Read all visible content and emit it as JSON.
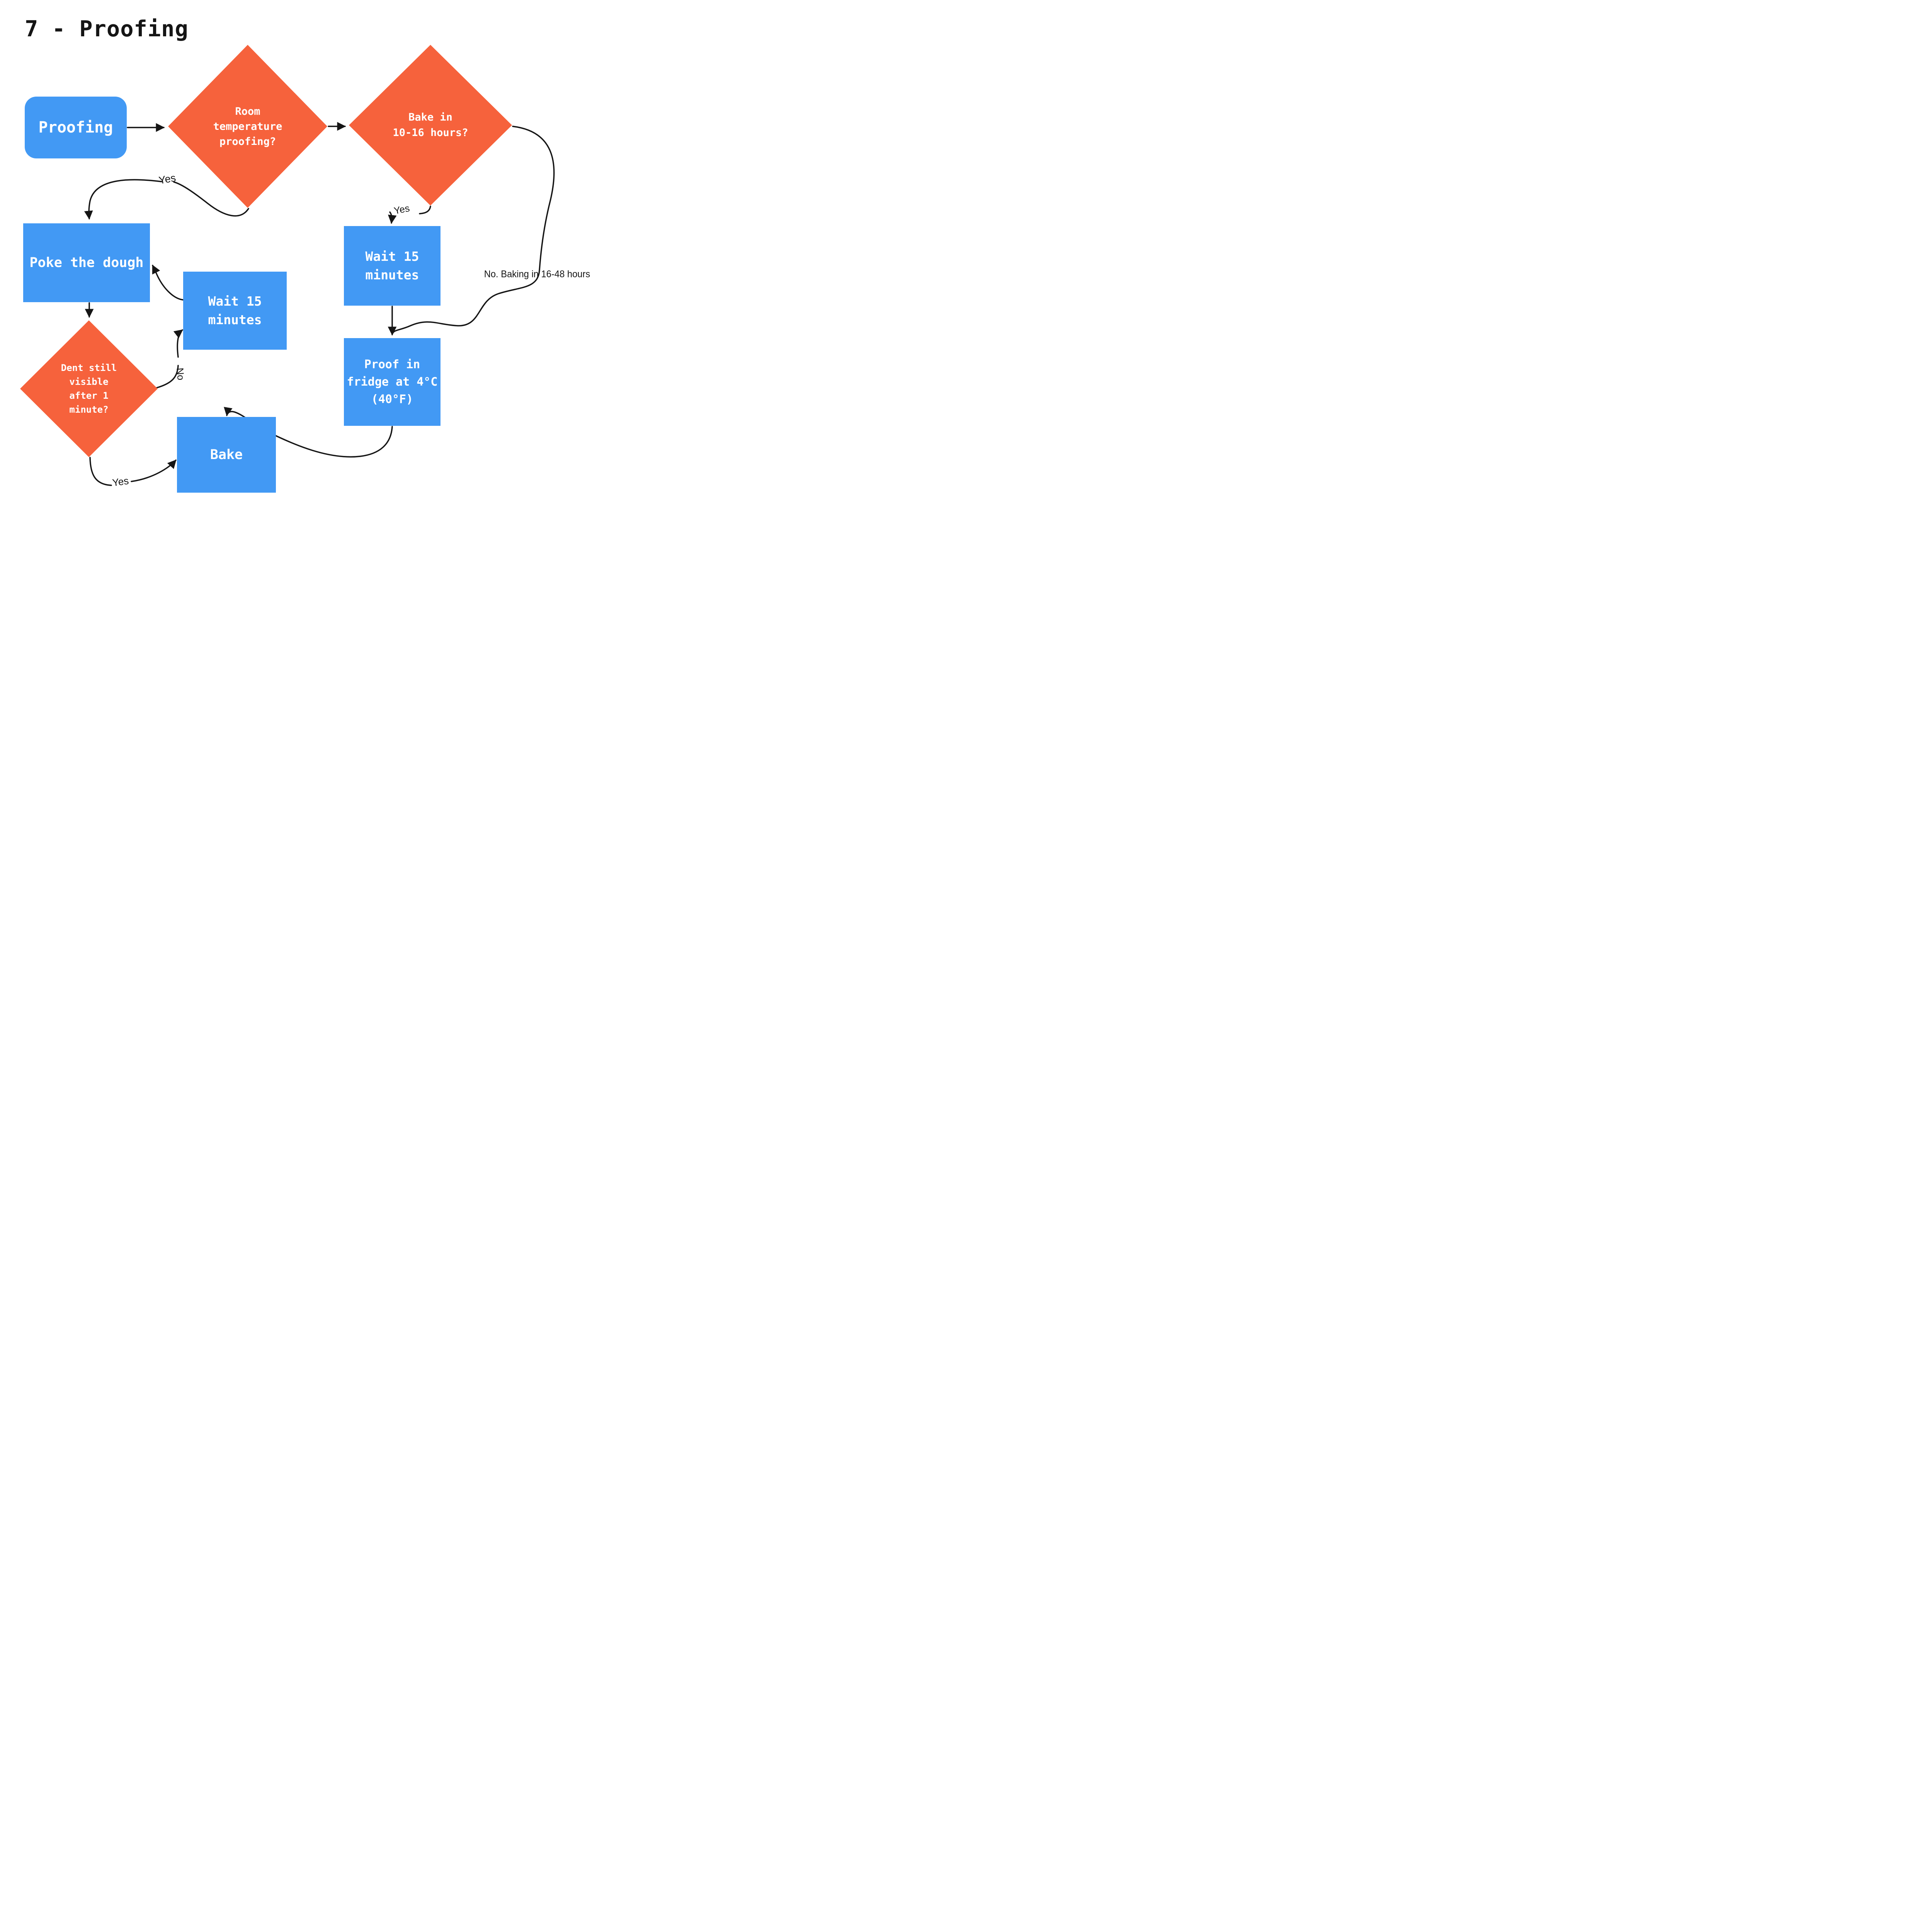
{
  "title": "7 - Proofing",
  "colors": {
    "node_blue": "#4299F4",
    "node_orange": "#F6623C",
    "line_black": "#151515",
    "node_text_white": "#FFFFFF"
  },
  "nodes": {
    "proofing": {
      "type": "start",
      "label": "Proofing"
    },
    "room_temp": {
      "type": "decision",
      "label": "Room\ntemperature\nproofing?"
    },
    "bake_10_16": {
      "type": "decision",
      "label": "Bake in\n10-16 hours?"
    },
    "poke": {
      "type": "process",
      "label": "Poke the dough"
    },
    "wait_15_mid": {
      "type": "process",
      "label": "Wait 15\nminutes"
    },
    "wait_15_right": {
      "type": "process",
      "label": "Wait 15\nminutes"
    },
    "dent": {
      "type": "decision",
      "label": "Dent still\nvisible\nafter 1\nminute?"
    },
    "proof_fridge": {
      "type": "process",
      "label": "Proof in\nfridge at 4°C\n(40°F)"
    },
    "bake": {
      "type": "process",
      "label": "Bake"
    }
  },
  "edge_labels": {
    "room_yes": "Yes",
    "bake_yes": "Yes",
    "dent_no": "No",
    "dent_yes": "Yes",
    "bake_no": "No. Baking in 16-48 hours"
  }
}
